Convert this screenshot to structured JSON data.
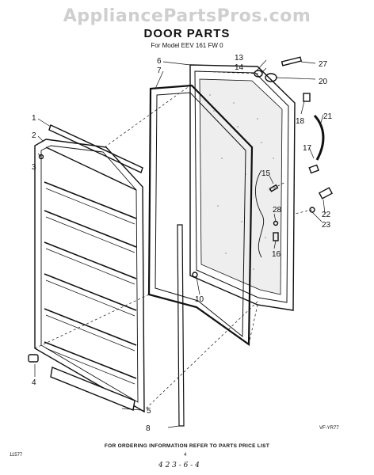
{
  "header": {
    "watermark": "AppliancePartsPros.com",
    "title": "DOOR PARTS",
    "subtitle": "For Model EEV 161 FW 0"
  },
  "callouts": {
    "c1": "1",
    "c2": "2",
    "c3": "3",
    "c4": "4",
    "c5": "5",
    "c6": "6",
    "c7": "7",
    "c8": "8",
    "c10": "10",
    "c13": "13",
    "c14": "14",
    "c15": "15",
    "c16": "16",
    "c17": "17",
    "c18": "18",
    "c20": "20",
    "c21": "21",
    "c22": "22",
    "c23": "23",
    "c27": "27",
    "c28": "28"
  },
  "footer": {
    "ordering_note": "FOR ORDERING INFORMATION REFER TO PARTS PRICE LIST",
    "figure_code": "VF-YR77",
    "left_code": "11577",
    "page_number": "4",
    "handwritten": "4 2 3 - 6 - 4"
  }
}
